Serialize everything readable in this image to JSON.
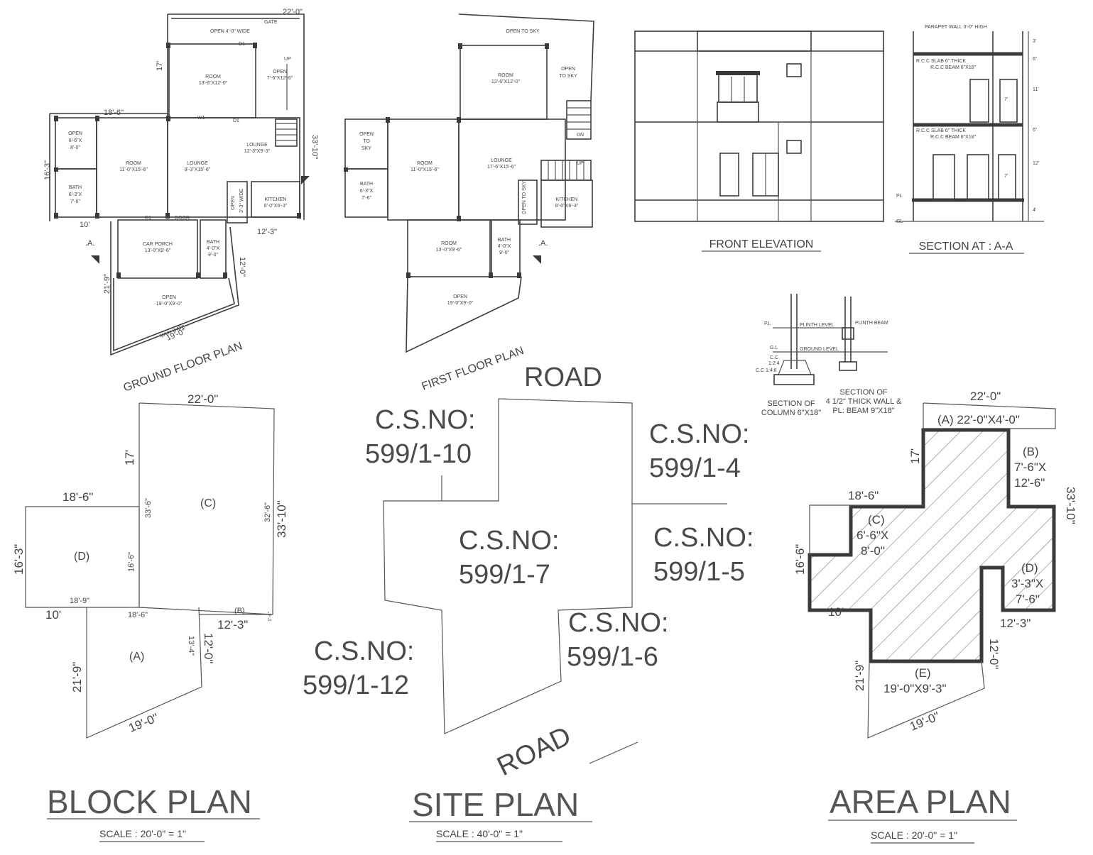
{
  "drawing_titles": {
    "ground_floor": "GROUND FLOOR PLAN",
    "first_floor": "FIRST FLOOR PLAN",
    "front_elevation": "FRONT ELEVATION",
    "section": "SECTION AT : A-A",
    "block_plan": "BLOCK PLAN",
    "site_plan": "SITE PLAN",
    "area_plan": "AREA PLAN"
  },
  "scales": {
    "block": "SCALE : 20'-0\" = 1\"",
    "site": "SCALE : 40'-0\" = 1\"",
    "area": "SCALE : 20'-0\" = 1\""
  },
  "ground_floor": {
    "open_top": "OPEN 4'-0\" WIDE",
    "gate": "GATE",
    "dim_top": "22'-0\"",
    "dim_17": "17'",
    "dim_18_6": "18'-6\"",
    "dim_16_3": "16'-3\"",
    "dim_33_10": "33'-10\"",
    "dim_10": "10'",
    "dim_12_3": "12'-3\"",
    "dim_21_9": "21'-9\"",
    "dim_12_0": "12'-0\"",
    "dim_19_0": "19'-0\"",
    "room1_name": "ROOM",
    "room1_size": "13'-6\"X12'-0\"",
    "open_stair": "OPEN",
    "open_stair_size": "7'-6\"X12'-6\"",
    "up": "UP",
    "open_left": "OPEN",
    "open_left_size1": "6'-6\"X",
    "open_left_size2": "8'-0\"",
    "room2_name": "ROOM",
    "room2_size": "11'-0\"X15'-6\"",
    "lounge1_name": "LOUNGE",
    "lounge1_size": "9'-3\"X15'-6\"",
    "lounge2_name": "LOUNGE",
    "lounge2_size": "12'-3\"X9'-3\"",
    "bath_name": "BATH",
    "bath_size1": "6'-3\"X",
    "bath_size2": "7'-6\"",
    "open_narrow": "OPEN",
    "open_narrow_size": "3'-3\" WIDE",
    "kitchen_name": "KITCHEN",
    "kitchen_size": "8'-0\"X6'-3\"",
    "door": "DOOR",
    "porch_name": "CAR PORCH",
    "porch_size": "13'-0\"X9'-6\"",
    "bath2_name": "BATH",
    "bath2_size1": "4'-0\"X",
    "bath2_size2": "9'-0\"",
    "open_bottom": "OPEN",
    "open_bottom_size": "19'-0\"X9'-0\"",
    "main_gate": "MAIN GATE",
    "section_mark": ".A.",
    "d1": "D1",
    "w1": "W1"
  },
  "first_floor": {
    "open_sky_top": "OPEN TO SKY",
    "room1_name": "ROOM",
    "room1_size": "13'-6\"X12'-0\"",
    "open_sky_right1": "OPEN",
    "open_sky_right2": "TO SKY",
    "open_sky_left1": "OPEN",
    "open_sky_left2": "TO",
    "open_sky_left3": "SKY",
    "room2_name": "ROOM",
    "room2_size": "11'-0\"X15'-6\"",
    "lounge_name": "LOUNGE",
    "lounge_size": "17'-6\"X15'-6\"",
    "bath_name": "BATH",
    "bath_size1": "6'-3\"X",
    "bath_size2": "7'-6\"",
    "open_to_sky_narrow": "OPEN TO SKY",
    "kitchen_name": "KITCHEN",
    "kitchen_size": "8'-0\"X6'-3\"",
    "room3_name": "ROOM",
    "room3_size": "13'-0\"X9'-6\"",
    "bath2_name": "BATH",
    "bath2_size1": "4'-0\"X",
    "bath2_size2": "9'-0\"",
    "open_name": "OPEN",
    "open_size": "19'-0\"X9'-0\"",
    "up": "UP",
    "dn": "DN",
    "section_mark": ".A."
  },
  "section_aa": {
    "parapet": "PARAPET WALL 3'-0\" HIGH",
    "slab1": "R.C.C SLAB 6\" THICK",
    "beam1": "R.C.C BEAM 6\"X18\"",
    "slab2": "R.C.C SLAB 6\" THICK",
    "beam2": "R.C.C BEAM 6\"X18\"",
    "pl": "PL",
    "gl": "GL",
    "h11": "11'",
    "h12": "12'",
    "h7a": "7'",
    "h7b": "7'",
    "h6a": "6\"",
    "h6b": "6\"",
    "h3": "3'",
    "h4": "4'"
  },
  "details": {
    "pl": "P.L",
    "gl": "G.L",
    "plinth_level": "PLINTH LEVEL",
    "ground_level": "GROUND LEVEL",
    "cc1": "C.C",
    "cc2": "1:2:4",
    "cc3": "C.C 1:4:8",
    "caption1_l1": "SECTION OF",
    "caption1_l2": "COLUMN 6\"X18\"",
    "caption2_l1": "SECTION OF",
    "caption2_l2": "4 1/2\" THICK WALL &",
    "caption2_l3": "PL: BEAM 9\"X18\"",
    "plinth_beam": "PLINTH BEAM"
  },
  "block_plan": {
    "dim_top": "22'-0\"",
    "dim_17": "17'",
    "dim_18_6_top": "18'-6\"",
    "dim_33_6_left": "33'-6\"",
    "dim_33_6_right": "32'-6\"",
    "dim_33_10": "33'-10\"",
    "label_c": "(C)",
    "label_d": "(D)",
    "label_a": "(A)",
    "label_b": "(B)",
    "dim_16_3": "16'-3\"",
    "dim_16_6": "16'-6\"",
    "dim_18_9": "18'-9\"",
    "dim_18_6_bottom": "18'-6\"",
    "dim_10": "10'",
    "dim_12_3": "12'-3\"",
    "dim_1_4": "1'-4\"",
    "dim_13_4": "13'-4\"",
    "dim_12_0": "12'-0\"",
    "dim_21_9": "21'-9\"",
    "dim_19_0": "19'-0\""
  },
  "site_plan": {
    "road_top": "ROAD",
    "road_bottom": "ROAD",
    "cs_label": "C.S.NO:",
    "cs_10": "599/1-10",
    "cs_4": "599/1-4",
    "cs_7": "599/1-7",
    "cs_5": "599/1-5",
    "cs_6": "599/1-6",
    "cs_12": "599/1-12"
  },
  "area_plan": {
    "dim_top": "22'-0\"",
    "a_label": "(A) 22'-0\"X4'-0\"",
    "dim_17": "17'",
    "b_label": "(B)",
    "b_size1": "7'-6\"X",
    "b_size2": "12'-6\"",
    "dim_33_10": "33'-10\"",
    "dim_18_6": "18'-6\"",
    "c_label": "(C)",
    "c_size1": "6'-6\"X",
    "c_size2": "8'-0\"",
    "dim_16_6": "16'-6\"",
    "d_label": "(D)",
    "d_size1": "3'-3\"X",
    "d_size2": "7'-6\"",
    "dim_10": "10'",
    "dim_12_3": "12'-3\"",
    "dim_12_0": "12'-0\"",
    "dim_21_9": "21'-9\"",
    "e_label": "(E)",
    "e_size": "19'-0\"X9'-3\"",
    "dim_19_0": "19'-0\""
  }
}
